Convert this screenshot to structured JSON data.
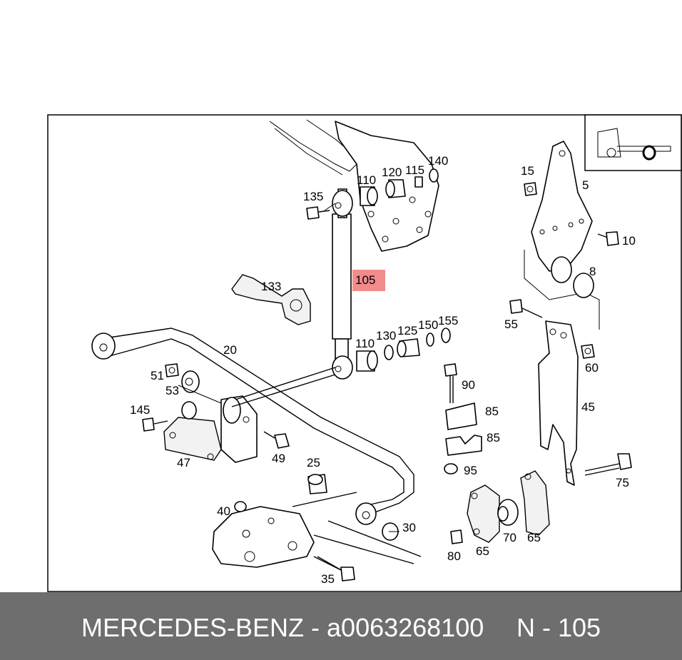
{
  "footer": {
    "brand_part": "MERCEDES-BENZ - a0063268100",
    "diagram_ref": "N - 105"
  },
  "highlight": {
    "label": "105",
    "color": "#f28b8b"
  },
  "callouts": [
    "135",
    "110",
    "120",
    "115",
    "140",
    "15",
    "5",
    "10",
    "8",
    "105",
    "133",
    "20",
    "110",
    "130",
    "125",
    "150",
    "155",
    "55",
    "60",
    "51",
    "53",
    "145",
    "47",
    "49",
    "90",
    "85",
    "85",
    "95",
    "45",
    "75",
    "25",
    "40",
    "30",
    "70",
    "65",
    "65",
    "80",
    "35"
  ]
}
